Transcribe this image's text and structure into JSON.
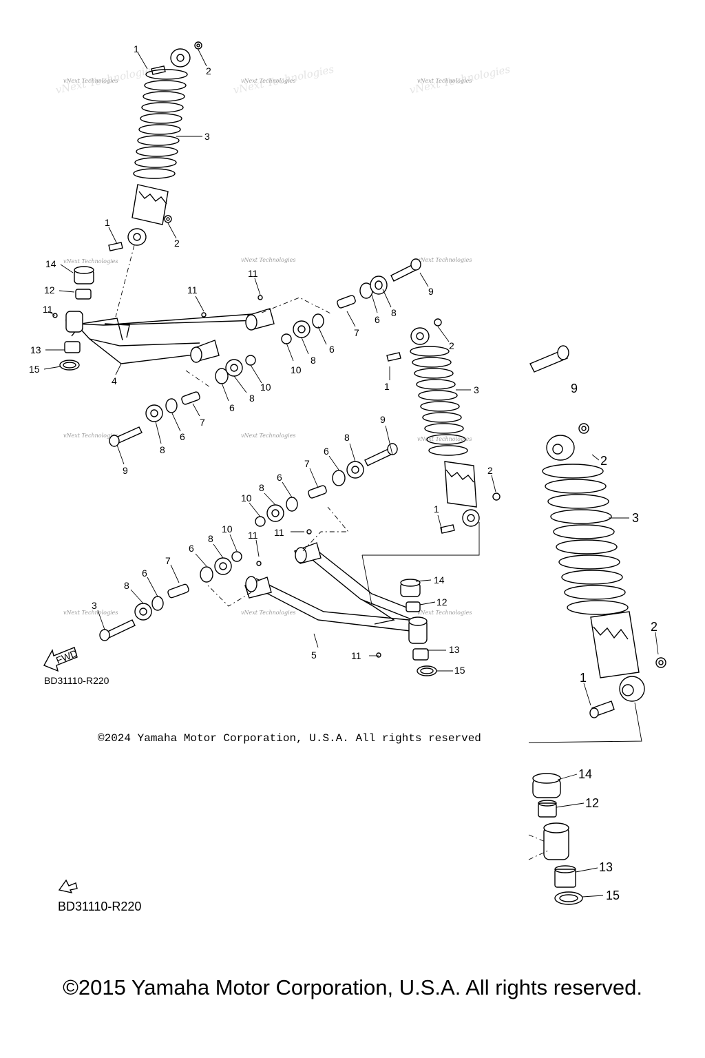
{
  "watermark_text": "vNext Technologies",
  "copyright_small": "©2024 Yamaha Motor Corporation, U.S.A. All rights reserved",
  "reference_code": "BD31110-R220",
  "copyright_main": "©2015 Yamaha Motor Corporation, U.S.A. All rights reserved.",
  "fwd_label": "FWD",
  "callouts": {
    "c1": "1",
    "c2": "2",
    "c3": "3",
    "c4": "4",
    "c5": "5",
    "c6": "6",
    "c7": "7",
    "c8": "8",
    "c9": "9",
    "c10": "10",
    "c11": "11",
    "c12": "12",
    "c13": "13",
    "c14": "14",
    "c15": "15"
  }
}
